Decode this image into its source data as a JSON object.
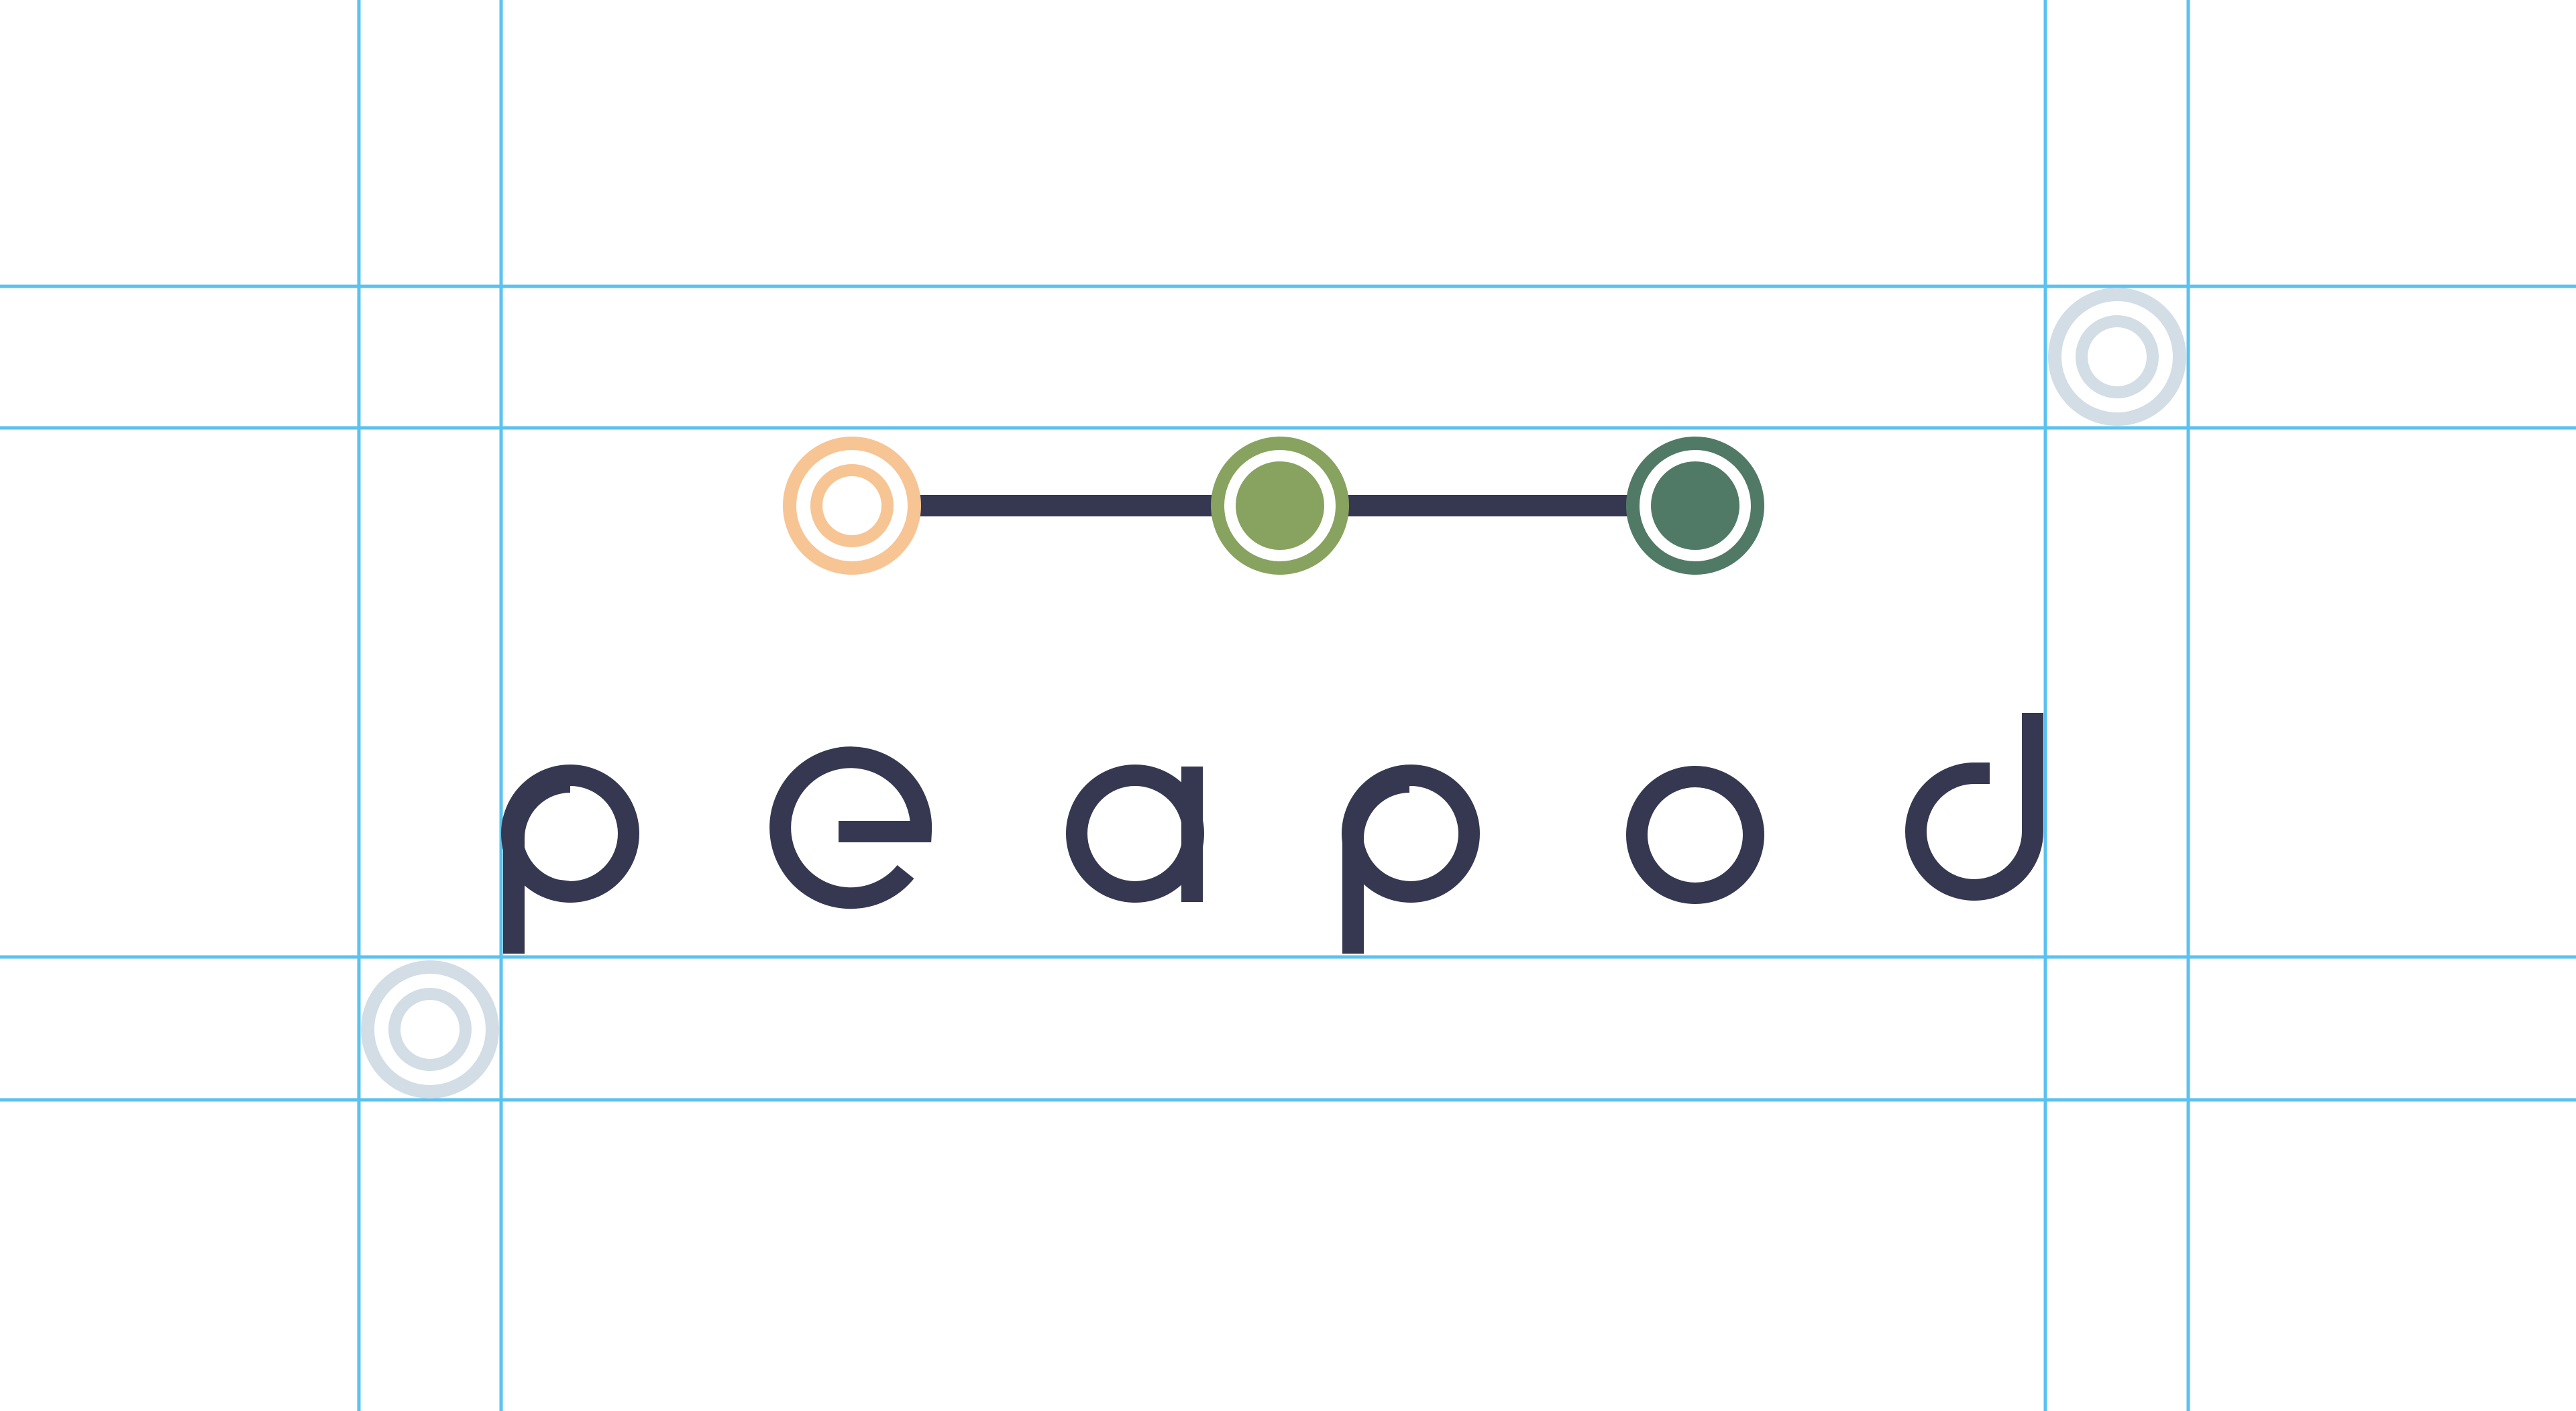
{
  "logo": {
    "wordmark": "peapod",
    "letters": [
      "p",
      "e",
      "a",
      "p",
      "o",
      "d"
    ]
  },
  "stages": [
    {
      "name": "stage-1",
      "style": "double-ring",
      "color": "#F7C494"
    },
    {
      "name": "stage-2",
      "style": "filled",
      "color": "#87A35F"
    },
    {
      "name": "stage-3",
      "style": "filled",
      "color": "#517A66"
    }
  ],
  "clearspace_markers": [
    {
      "position": "top-right",
      "color": "#D2DDE5"
    },
    {
      "position": "bottom-left",
      "color": "#D2DDE5"
    }
  ],
  "colors": {
    "background": "#FFFFFF",
    "guide_lines": "#5AC2EF",
    "wordmark": "#353850",
    "connector": "#353850",
    "clearspace_marker": "#D2DDE5"
  }
}
